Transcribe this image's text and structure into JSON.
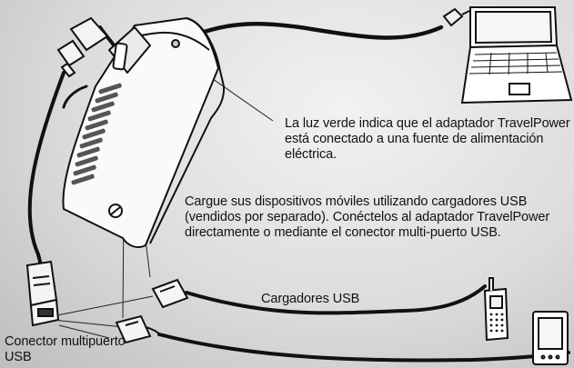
{
  "captions": {
    "green_light": "La luz verde indica que el adaptador TravelPower está conectado a una fuente de alimentación eléctrica.",
    "charge_devices": "Cargue sus dispositivos móviles utilizando cargadores USB (vendidos por separado). Conéctelos al adaptador TravelPower directamente o mediante el conector multi-puerto USB.",
    "usb_chargers": "Cargadores USB",
    "multiport_connector": "Conector multipuerto USB"
  },
  "colors": {
    "background_center": "#f2f2f2",
    "background_edge": "#bdbdbd",
    "line": "#111111",
    "device_fill": "#ffffff"
  },
  "icons": [
    "travelpower-adapter-icon",
    "laptop-icon",
    "mobile-phone-icon",
    "pda-icon",
    "usb-plug-icon",
    "power-plug-icon",
    "multiport-connector-icon"
  ]
}
